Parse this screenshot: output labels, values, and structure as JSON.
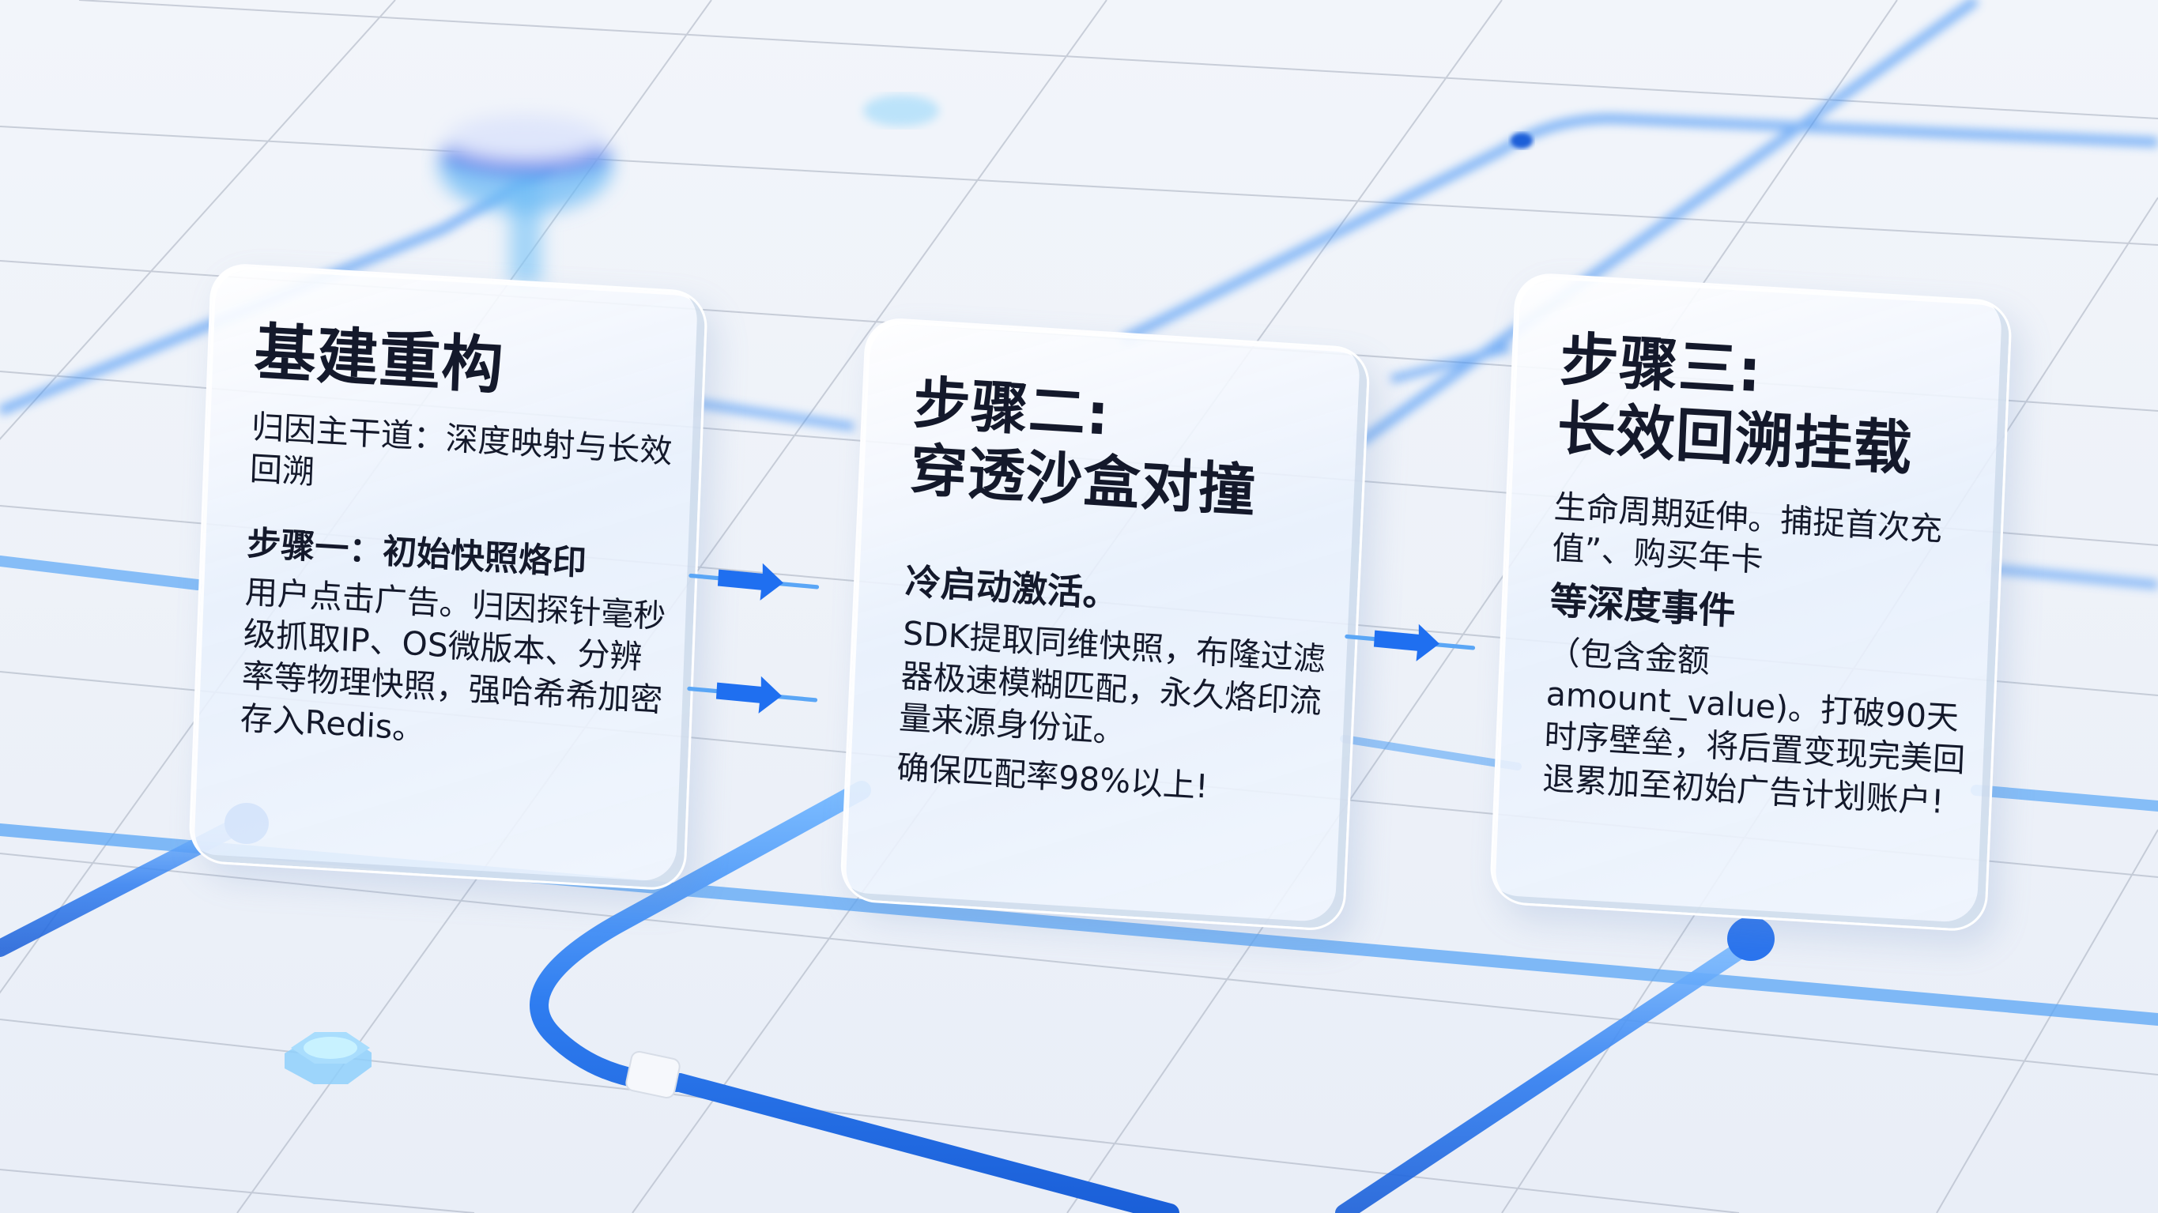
{
  "colors": {
    "background": "#eef2f8",
    "grid_line": "#9aa3b3",
    "tube_blue": "#2f7df0",
    "tube_light": "#69aef7",
    "arrow_blue": "#1f6ff0",
    "text_dark": "#14192b",
    "card_glass": "#e8f0fc"
  },
  "cards": [
    {
      "title": "基建重构",
      "subtitle": "归因主干道：深度映射与长效回溯",
      "heading": "步骤一：初始快照烙印",
      "body": "用户点击广告。归因探针毫秒级抓取IP、OS微版本、分辨率等物理快照，强哈希希加密存入Redis。"
    },
    {
      "title_line1": "步骤二:",
      "title_line2": "穿透沙盒对撞",
      "heading": "冷启动激活。",
      "body": "SDK提取同维快照，布隆过滤器极速模糊匹配，永久烙印流量来源身份证。",
      "highlight": "确保匹配率98%以上!"
    },
    {
      "title_line1": "步骤三:",
      "title_line2": "长效回溯挂载",
      "subtitle": "生命周期延伸。捕捉首次充值”、购买年卡",
      "heading": "等深度事件",
      "body": "（包含金额amount_value)。打破90天时序壁垒，将后置变现完美回退累加至初始广告计划账户!"
    }
  ],
  "connectors": {
    "card1_to_card2_arrows": 2,
    "card2_to_card3_arrows": 1
  },
  "decor": {
    "icons": [
      "hexagon-node-icon",
      "pedestal-node-icon",
      "tube-connector-icon",
      "tube-endpoint-icon"
    ]
  }
}
